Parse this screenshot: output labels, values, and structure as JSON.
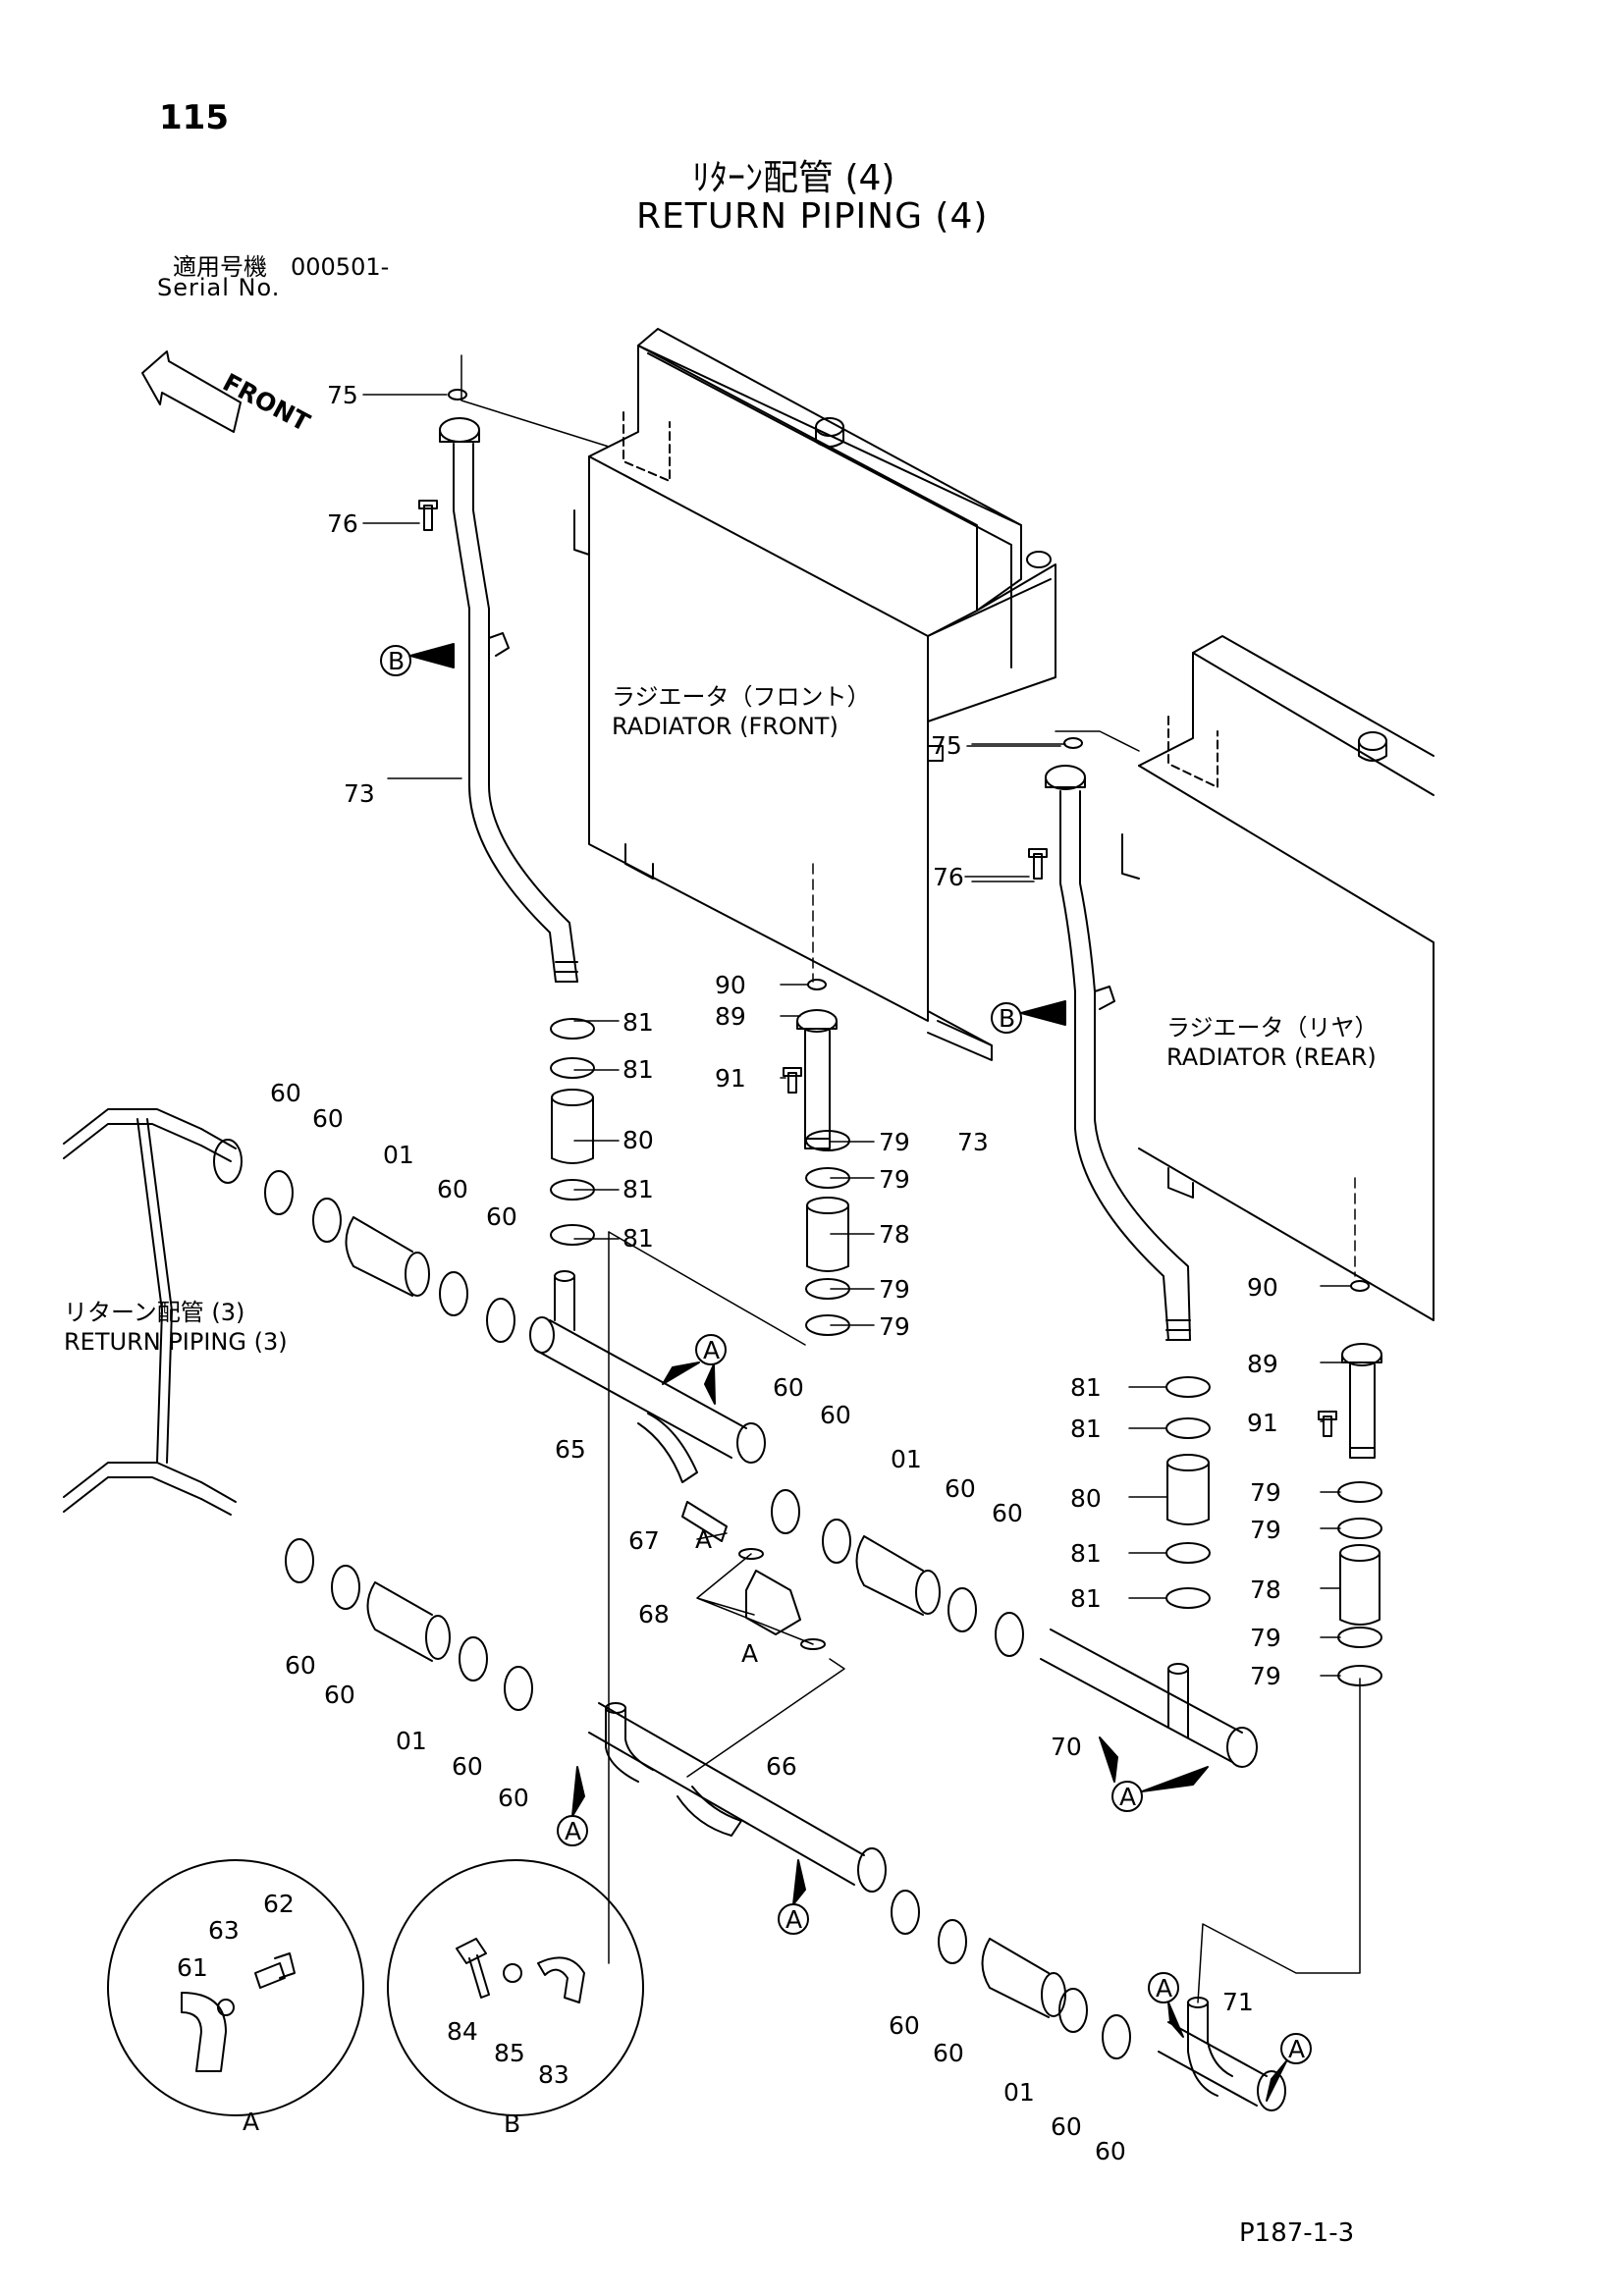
{
  "page": {
    "number": "115",
    "title_jp": "ﾘﾀｰﾝ配管 (4)",
    "title_en": "RETURN PIPING (4)",
    "serial_jp": "適用号機　000501-",
    "serial_en": "Serial No.",
    "doc_ref": "P187-1-3"
  },
  "labels": {
    "front": "FRONT",
    "radiator_front_jp": "ラジエータ（フロント）",
    "radiator_front_en": "RADIATOR (FRONT)",
    "radiator_rear_jp": "ラジエータ（リヤ）",
    "radiator_rear_en": "RADIATOR (REAR)",
    "return_piping3_jp": "リターン配管 (3)",
    "return_piping3_en": "RETURN PIPING (3)",
    "detail_a": "A",
    "detail_b": "B"
  },
  "part_numbers": {
    "p01": "01",
    "p60": "60",
    "p61": "61",
    "p62": "62",
    "p63": "63",
    "p65": "65",
    "p66": "66",
    "p67": "67",
    "p68": "68",
    "p70": "70",
    "p71": "71",
    "p73": "73",
    "p75": "75",
    "p76": "76",
    "p78": "78",
    "p79": "79",
    "p80": "80",
    "p81": "81",
    "p83": "83",
    "p84": "84",
    "p85": "85",
    "p89": "89",
    "p90": "90",
    "p91": "91"
  }
}
